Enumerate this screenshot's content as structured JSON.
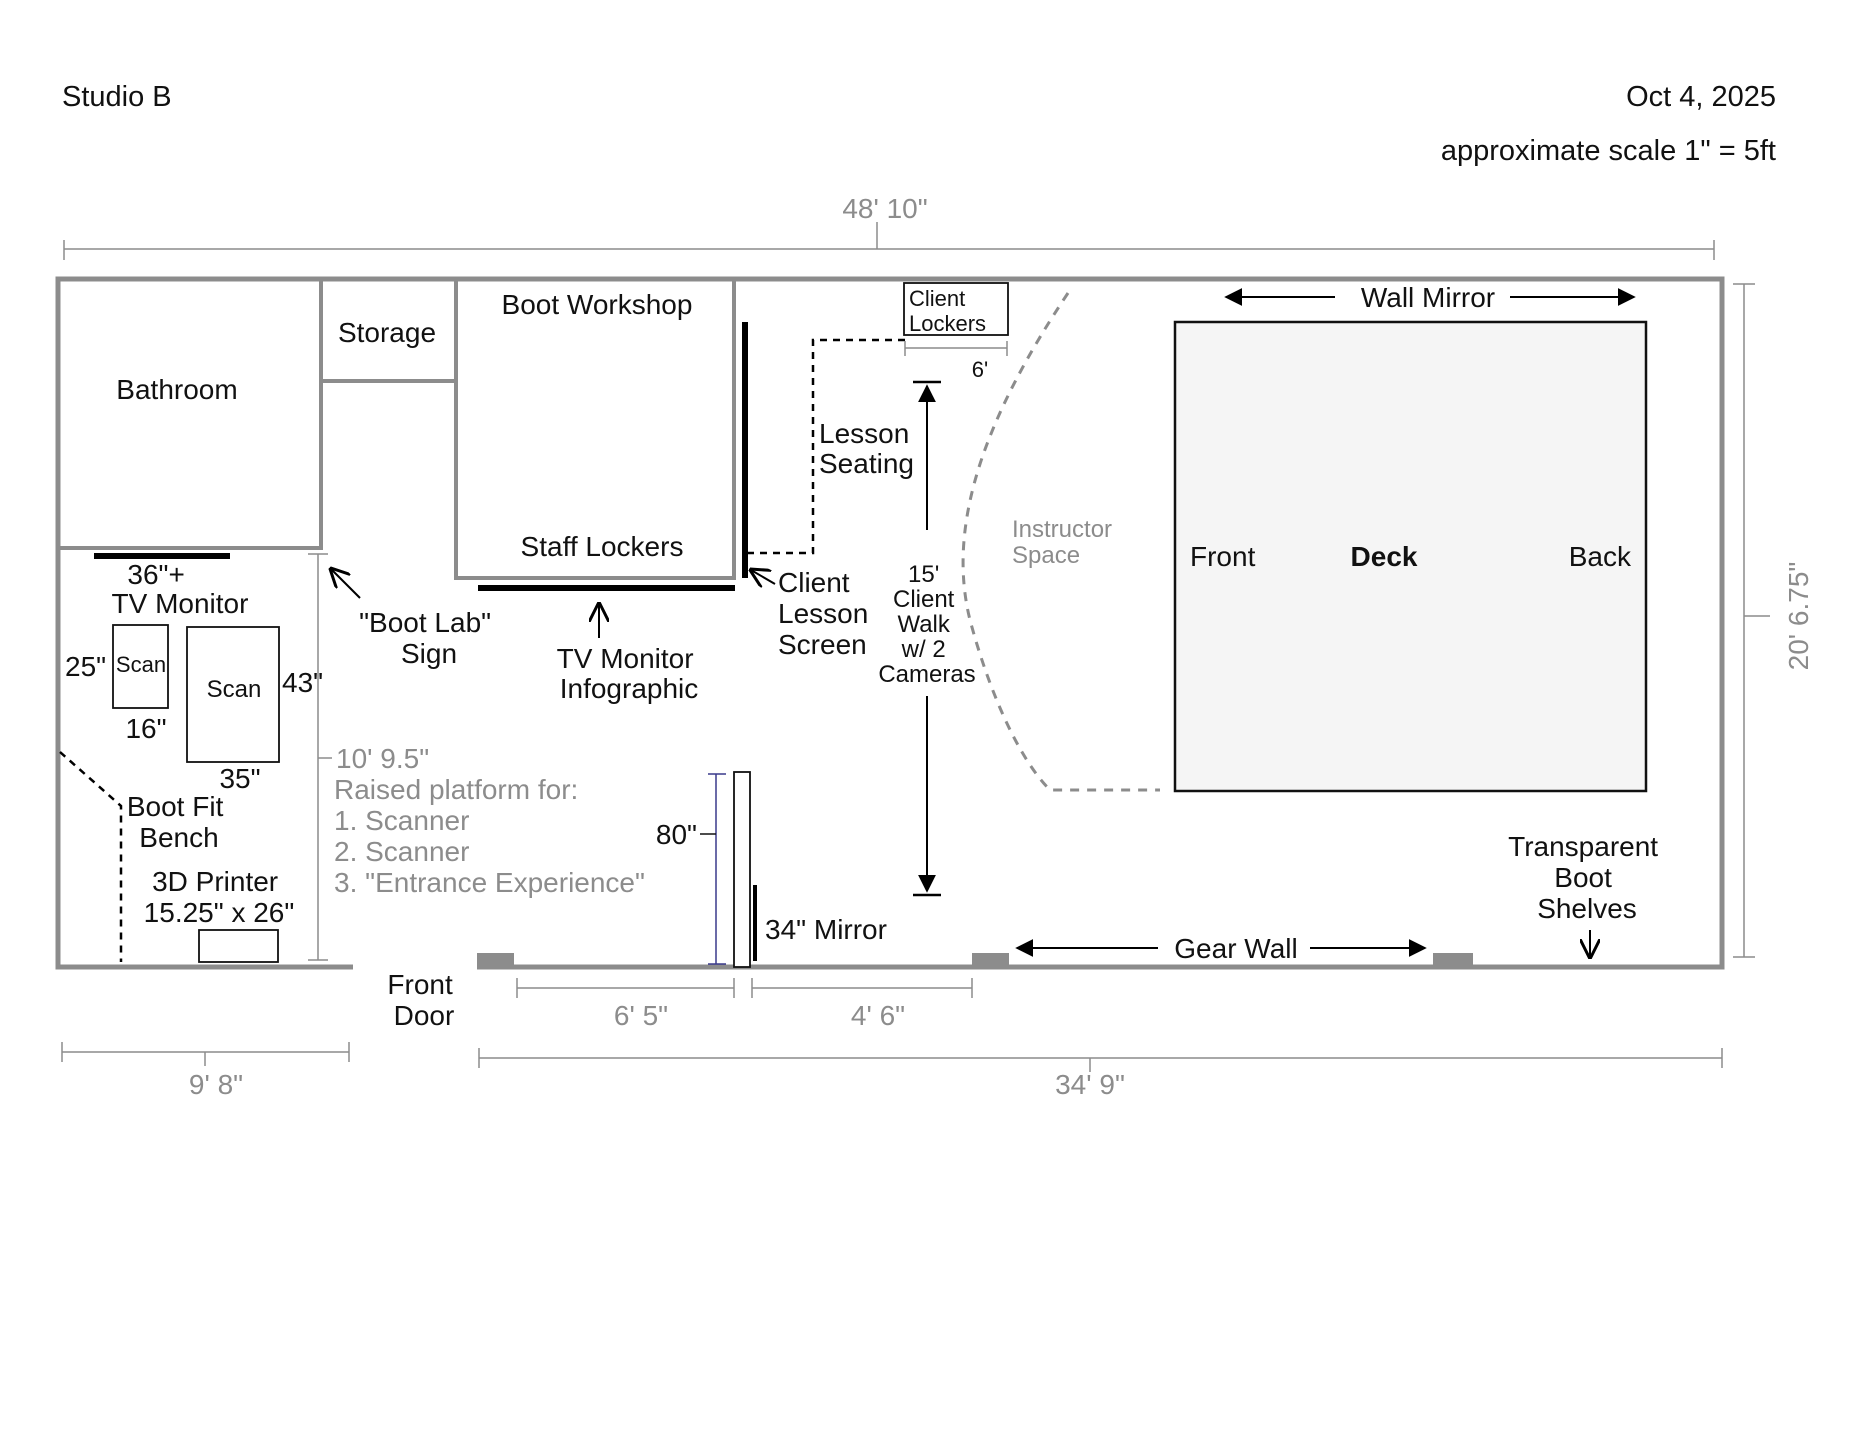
{
  "header": {
    "studio_name": "Studio B",
    "date": "Oct 4, 2025",
    "scale_note": "approximate scale 1\" = 5ft"
  },
  "dimensions": {
    "overall_width": "48' 10\"",
    "overall_depth": "20' 6.75\"",
    "left_section_width": "9' 8\"",
    "right_section_width": "34' 9\"",
    "front_door_left_width": "6' 5\"",
    "front_door_right_width": "4' 6\"",
    "platform_depth": "10' 9.5\"",
    "client_lockers_width": "6'",
    "mirror_height": "80\""
  },
  "rooms": {
    "bathroom": "Bathroom",
    "storage": "Storage",
    "boot_workshop": "Boot Workshop",
    "staff_lockers": "Staff Lockers",
    "client_lockers": [
      "Client",
      "Lockers"
    ],
    "instructor_space": [
      "Instructor",
      "Space"
    ],
    "deck": "Deck",
    "deck_front": "Front",
    "deck_back": "Back"
  },
  "features": {
    "wall_mirror": "Wall Mirror",
    "gear_wall": "Gear Wall",
    "mirror_34": "34\"  Mirror",
    "front_door": [
      "Front",
      "Door"
    ],
    "lesson_seating": [
      "Lesson",
      "Seating"
    ],
    "client_lesson_screen": [
      "Client",
      "Lesson",
      "Screen"
    ],
    "client_walk": [
      "15'",
      "Client",
      "Walk",
      "w/ 2",
      "Cameras"
    ],
    "tv_monitor_infographic": [
      "TV Monitor",
      "Infographic"
    ],
    "boot_lab_sign": [
      "\"Boot Lab\"",
      "Sign"
    ],
    "tv_monitor_36": [
      "36\"+",
      "TV Monitor"
    ],
    "transparent_boot_shelves": [
      "Transparent",
      "Boot",
      "Shelves"
    ]
  },
  "boot_lab": {
    "scan_small": "Scan",
    "scan_small_height": "25\"",
    "scan_small_width": "16\"",
    "scan_large": "Scan",
    "scan_large_height": "43\"",
    "scan_large_width": "35\"",
    "boot_fit_bench": [
      "Boot Fit",
      "Bench"
    ],
    "printer": [
      "3D Printer",
      "15.25\" x 26\""
    ],
    "platform_title": "Raised platform for:",
    "platform_items": [
      "1. Scanner",
      "2. Scanner",
      "3. \"Entrance Experience\""
    ]
  }
}
